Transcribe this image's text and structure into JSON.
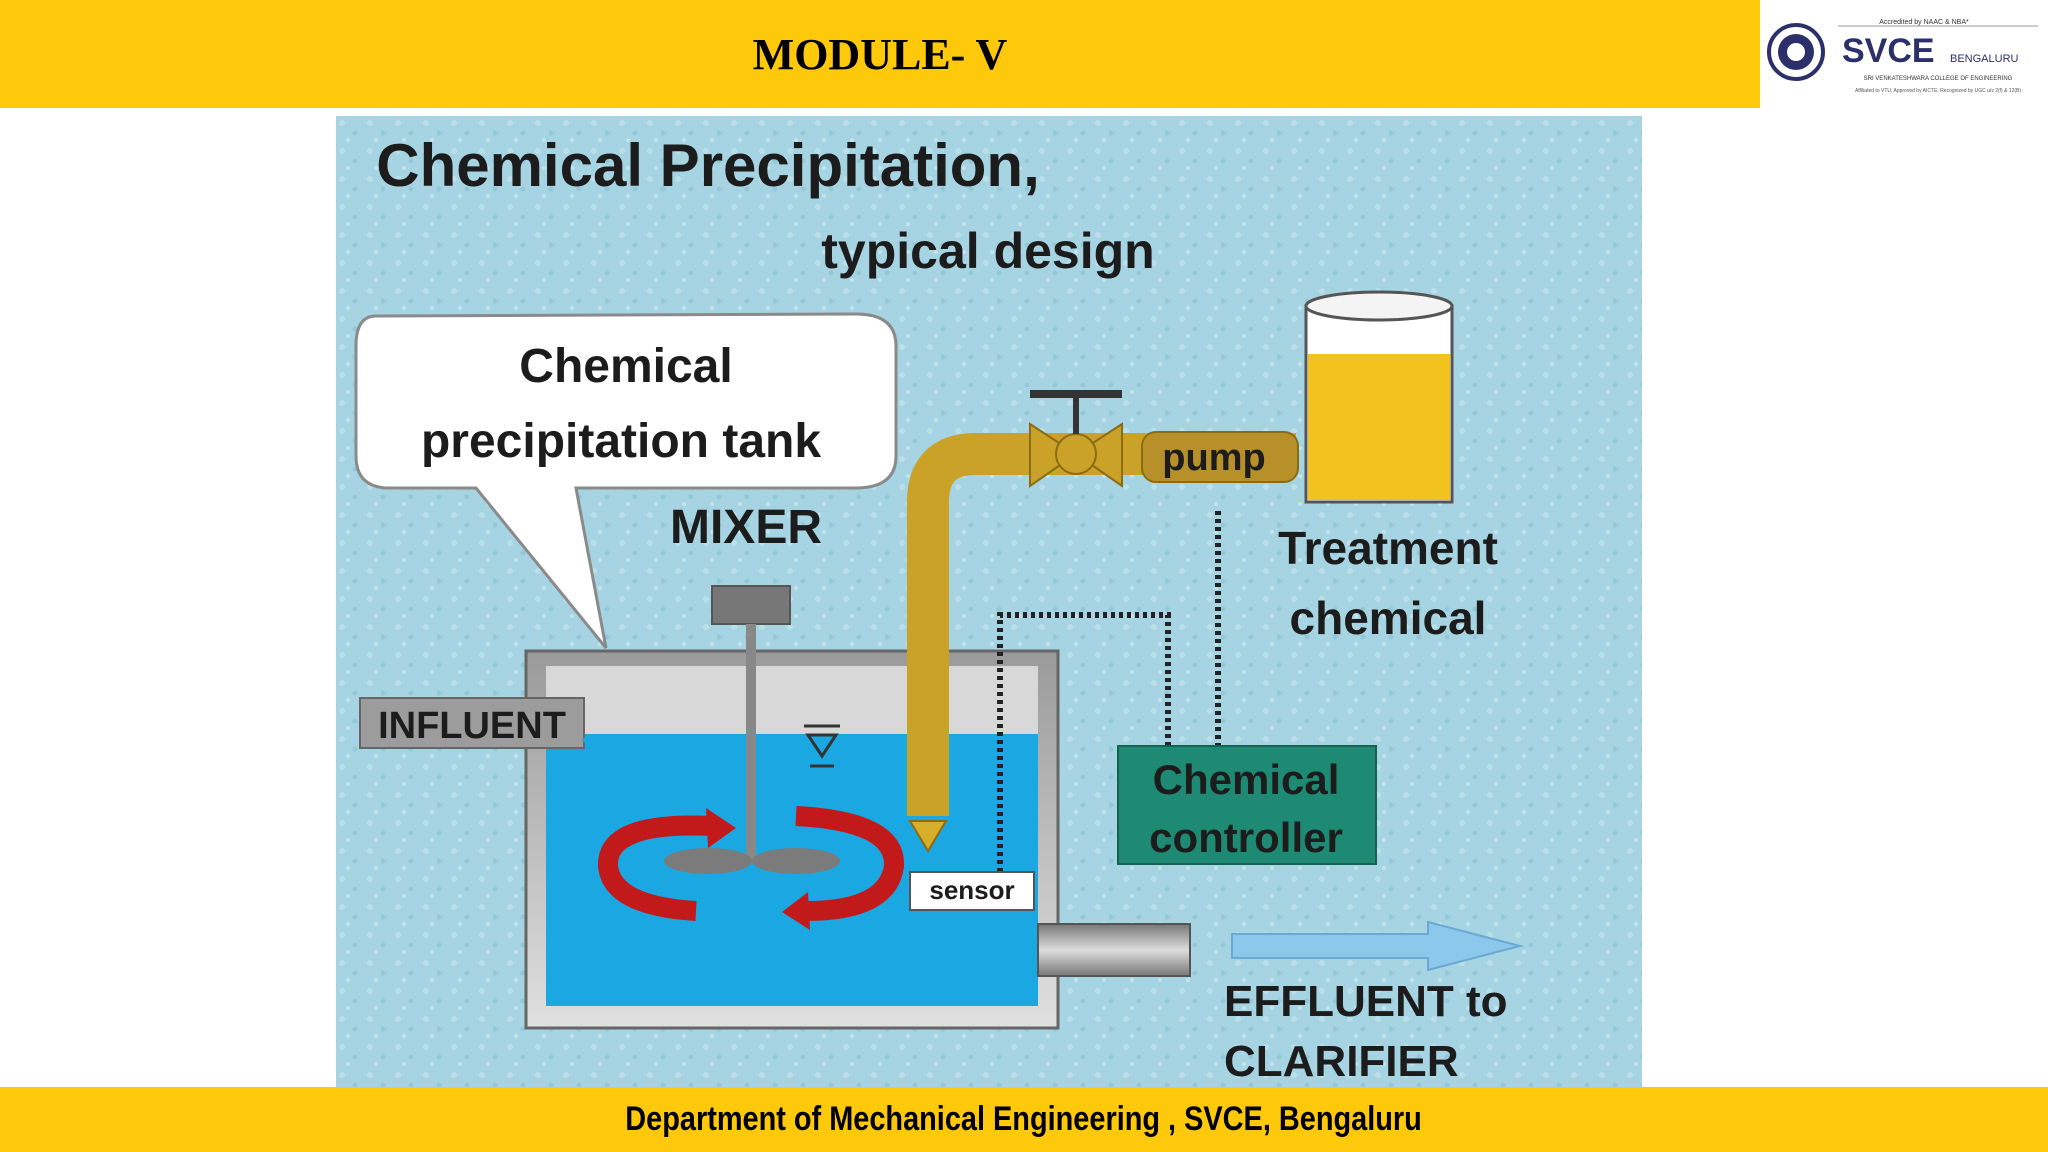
{
  "header": {
    "title": "MODULE- V",
    "background_color": "#FEC80B"
  },
  "logo": {
    "name": "SVCE",
    "city": "BENGALURU",
    "accreditation": "Accredited by NAAC & NBA*",
    "college_line": "SRI VENKATESHWARA COLLEGE OF ENGINEERING",
    "affiliation_line": "Affiliated to VTU, Approved by AICTE, Recognized by UGC u/s 2(f) & 12(B)"
  },
  "diagram": {
    "title": "Chemical Precipitation,",
    "subtitle": "typical design",
    "callout_line1": "Chemical",
    "callout_line2": "precipitation tank",
    "mixer_label": "MIXER",
    "influent_label": "INFLUENT",
    "pump_label": "pump",
    "treatment_line1": "Treatment",
    "treatment_line2": "chemical",
    "controller_line1": "Chemical",
    "controller_line2": "controller",
    "sensor_label": "sensor",
    "effluent_line1": "EFFLUENT  to",
    "effluent_line2": "CLARIFIER",
    "colors": {
      "background": "#A6D4E2",
      "water": "#1BA8E2",
      "pipe": "#C9A227",
      "chemical": "#F2C21E",
      "controller": "#1E8A73",
      "arrows": "#C21A1A"
    }
  },
  "footer": {
    "text": "Department of Mechanical Engineering , SVCE, Bengaluru"
  }
}
